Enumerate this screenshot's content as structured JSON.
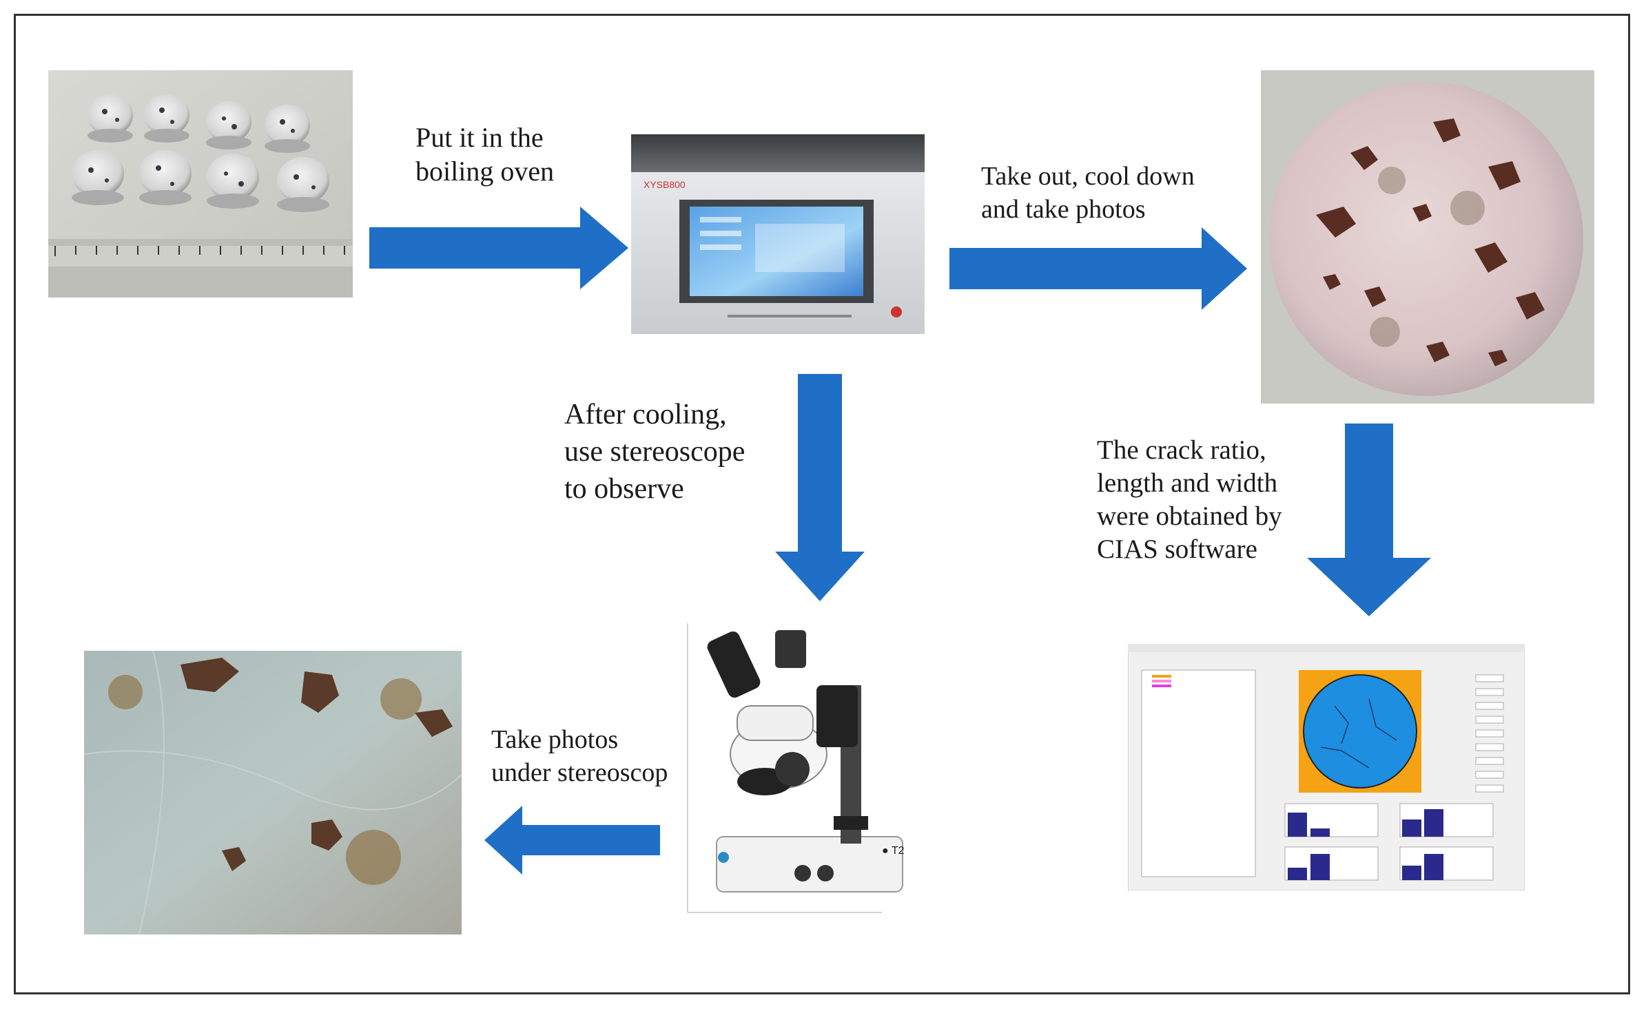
{
  "colors": {
    "arrow": "#1f6fc6",
    "frame": "#333333",
    "screen_blue": "#1e8ee0",
    "screen_orange": "#f5a314",
    "bar_navy": "#2a2a8c"
  },
  "labels": {
    "step1": "Put it in the\nboiling oven",
    "step2": "Take out, cool down\nand take photos",
    "step3": "After cooling,\nuse stereoscope\nto observe",
    "step4": "The crack ratio,\nlength and width\nwere obtained by\nCIAS software",
    "step5": "Take photos\nunder stereoscop"
  },
  "images": {
    "samples": "rock-samples-photo",
    "oven": "boiling-oven-photo",
    "rock_face": "rock-sample-top-photo",
    "stereoscope": "stereoscope-photo",
    "micro": "microscope-image",
    "software": "cias-software-screenshot"
  }
}
